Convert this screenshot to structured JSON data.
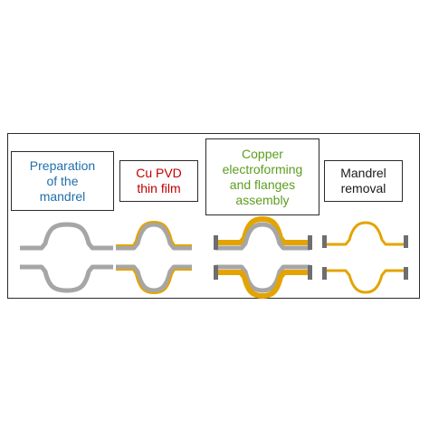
{
  "steps": [
    {
      "label": "Preparation\nof the\nmandrel"
    },
    {
      "label": "Cu PVD\nthin film"
    },
    {
      "label": "Copper\nelectroforming\nand flanges\nassembly"
    },
    {
      "label": "Mandrel\nremoval"
    }
  ],
  "colors": {
    "step1_text": "#1f6fad",
    "step2_text": "#c00000",
    "step3_text": "#5c9e1f",
    "step4_text": "#1a1a1a",
    "mandrel": "#a6a6a6",
    "copper": "#e3a400",
    "flange": "#6e6e6e"
  }
}
